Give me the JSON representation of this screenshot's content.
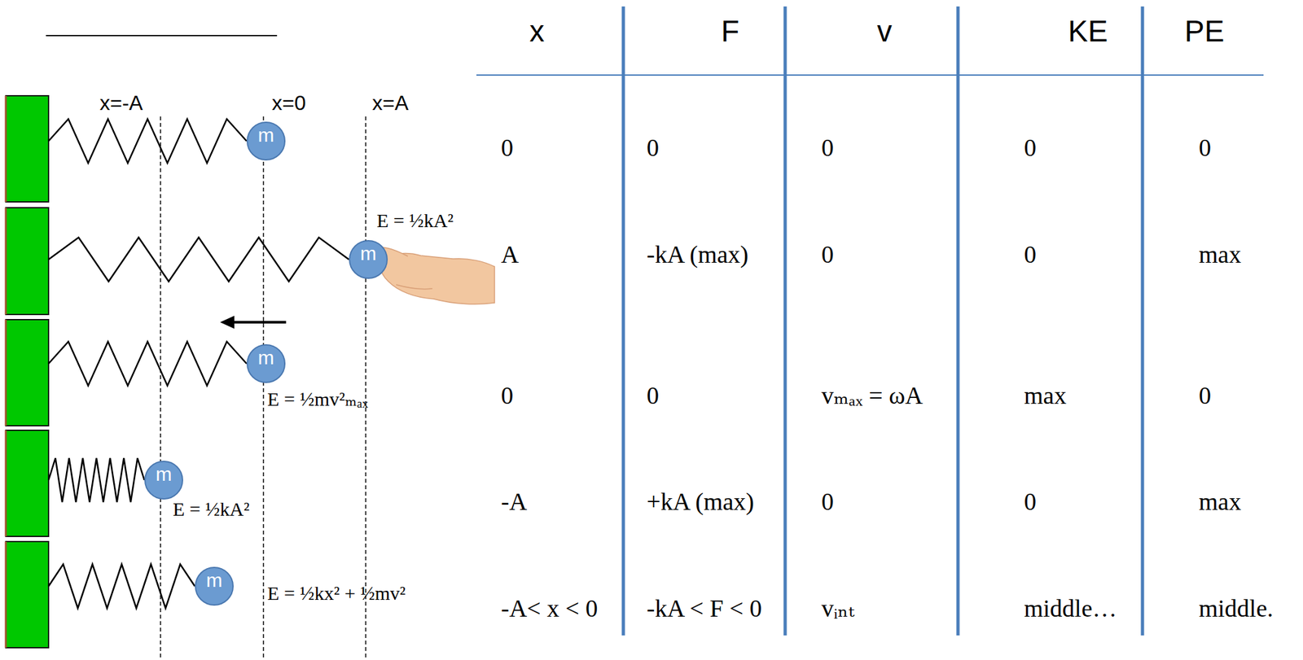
{
  "diagram": {
    "nodes": [
      {
        "text": [
          "m"
        ]
      },
      {
        "text": [
          "m"
        ]
      },
      {
        "text": [
          "m"
        ]
      },
      {
        "text": [
          "m"
        ]
      },
      {
        "text": [
          "m"
        ]
      }
    ],
    "labels": [
      "x=-A",
      "x=0",
      "x=A",
      "E = ½kA²",
      "E = ½mv²ₘₐₓ",
      "E = ½kA²",
      "E = ½kx² + ½mv²",
      "x",
      "F",
      "v",
      "KE",
      "PE",
      "0",
      "0",
      "0",
      "0",
      "0",
      "A",
      "-kA (max)",
      "0",
      "0",
      "max",
      "0",
      "0",
      "vₘₐₓ = ωA",
      "max",
      "0",
      "-A",
      "+kA (max)",
      "0",
      "0",
      "max",
      "-A< x < 0",
      "-kA < F < 0",
      "vᵢₙₜ",
      "middle…",
      "middle."
    ]
  }
}
